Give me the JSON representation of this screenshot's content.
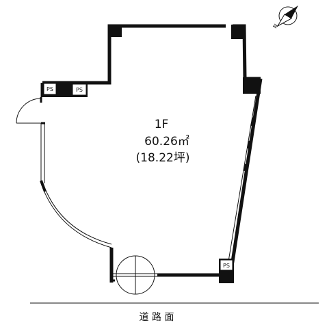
{
  "room": {
    "floor": "1F",
    "area_sqm": "60.26㎡",
    "area_tsubo": "(18.22坪)"
  },
  "ps_labels": [
    "PS",
    "PS",
    "PS"
  ],
  "road_label": "道 路 面",
  "compass": {
    "north_label": "N"
  },
  "colors": {
    "wall": "#111111",
    "background": "#ffffff"
  }
}
